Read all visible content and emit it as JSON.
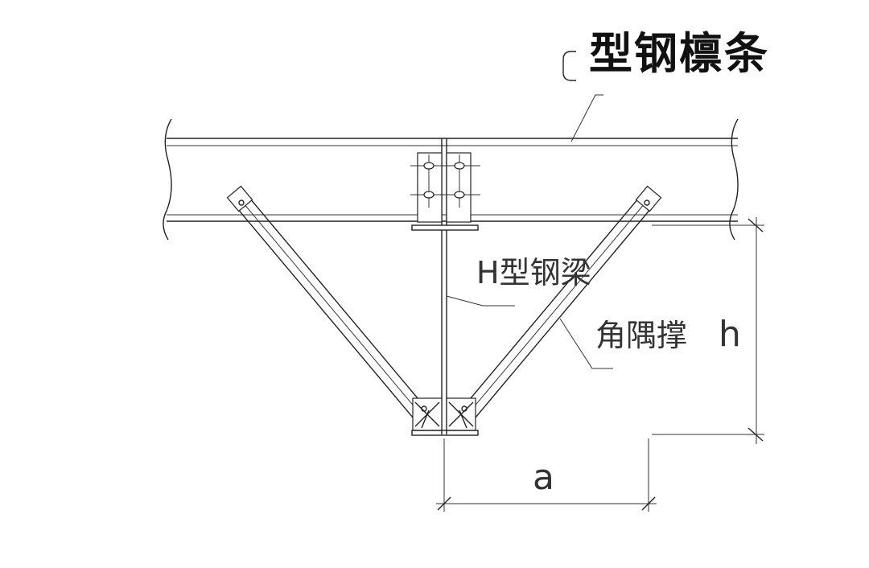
{
  "labels": {
    "purlin": "型钢檩条",
    "h_beam": "H型钢梁",
    "knee_brace": "角隅撑",
    "dim_height": "h",
    "dim_width": "a"
  },
  "colors": {
    "line": "#222222",
    "background": "#ffffff"
  }
}
